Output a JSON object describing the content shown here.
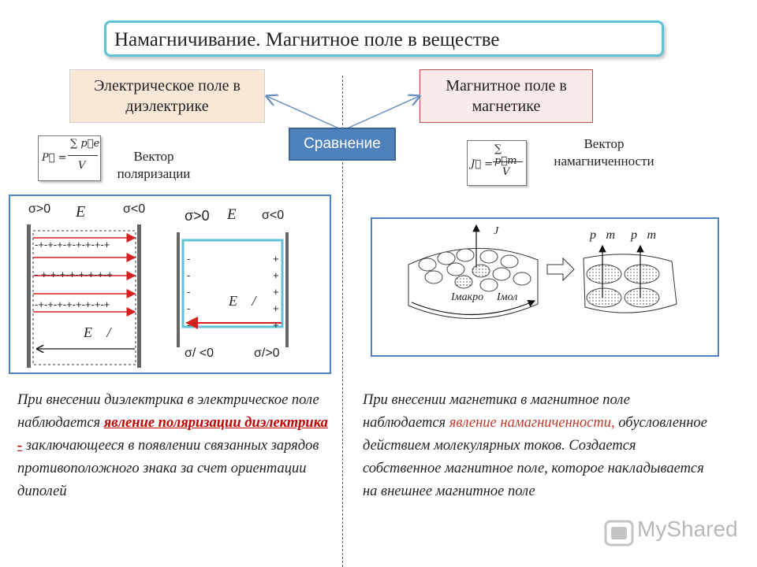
{
  "title": "Намагничивание. Магнитное поле в веществе",
  "left": {
    "topic": "Электрическое поле в диэлектрике",
    "vector_caption": "Вектор поляризации",
    "formula_lhs": "P⃗ =",
    "formula_num": "∑ p⃗e",
    "formula_den": "V",
    "diagram1": {
      "sigma_pos": "σ>0",
      "sigma_neg": "σ<0",
      "field": "E⃗",
      "row1": "-+-+-+-+-+-+-+-+",
      "row2": "- +-+-+-+-+-+-+-+",
      "row3": "-+-+-+-+-+-+-+-+",
      "inner_field": "E⃗ /"
    },
    "diagram2": {
      "sigma_pos": "σ>0",
      "field": "E⃗",
      "sigma_neg": "σ<0",
      "inner_field": "E⃗ /",
      "bound_neg": "σ/ <0",
      "bound_pos": "σ/>0",
      "minus": "-",
      "plus": "+"
    },
    "para_before": "При внесении диэлектрика в электрическое поле наблюдается ",
    "para_highlight": "явление поляризации диэлектрика -",
    "para_after": " заключающееся в появлении связанных зарядов противоположного знака за счет ориентации диполей"
  },
  "compare_label": "Сравнение",
  "right": {
    "topic": "Магнитное поле в магнетике",
    "vector_caption": "Вектор намагниченности",
    "formula_lhs": "J⃗ =",
    "formula_num": "∑ p⃗m",
    "formula_den": "V",
    "diagram": {
      "j_label": "J",
      "i_macro": "Iмакро",
      "i_mol": "Iмол",
      "pm_left": "p⃗m",
      "pm_right": "p⃗m"
    },
    "para_before": "При внесении магнетика в магнитное поле наблюдается ",
    "para_highlight": "явление намагниченности,",
    "para_after": " обусловленное действием молекулярных токов. Создается собственное магнитное поле, которое накладывается на внешнее магнитное поле"
  },
  "watermark": "MyShared",
  "colors": {
    "title_border": "#5cc3d8",
    "compare_bg": "#4f81bd",
    "panel_border": "#4f81bd",
    "field_arrow": "#d62020",
    "highlight": "#c00000"
  }
}
